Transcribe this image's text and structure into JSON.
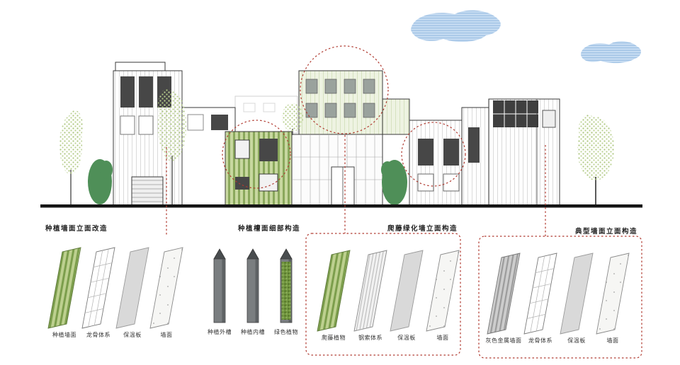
{
  "diagram": {
    "kind": "architecture-elevation-with-wall-detail-callouts",
    "colors": {
      "callout_red": "#b03a30",
      "green_wall_stripe": "#8aa85c",
      "green_wall_light": "#c8d8a0",
      "upper_facade_green": "#eef3e2",
      "cloud_blue": "#c6dcf2",
      "tree_dark_green": "#4f8f58",
      "tree_stipple_green": "#aec781",
      "ground_black": "#151515",
      "insulation_gray": "#d9d9d9",
      "metal_gray": "#9b9b9b"
    }
  },
  "groups": [
    {
      "title": "种植墙面立面改造",
      "items": [
        {
          "label": "种植墙面"
        },
        {
          "label": "龙骨体系"
        },
        {
          "label": "保温板"
        },
        {
          "label": "墙面"
        }
      ]
    },
    {
      "title": "种植槽面细部构造",
      "items": [
        {
          "label": "种植外槽"
        },
        {
          "label": "种植内槽"
        },
        {
          "label": "绿色植物"
        }
      ]
    },
    {
      "title": "爬藤绿化墙立面构造",
      "items": [
        {
          "label": "爬藤植物"
        },
        {
          "label": "钢索体系"
        },
        {
          "label": "保温板"
        },
        {
          "label": "墙面"
        }
      ]
    },
    {
      "title": "典型墙面立面构造",
      "items": [
        {
          "label": "灰色金属墙面"
        },
        {
          "label": "龙骨体系"
        },
        {
          "label": "保温板"
        },
        {
          "label": "墙面"
        }
      ]
    }
  ]
}
